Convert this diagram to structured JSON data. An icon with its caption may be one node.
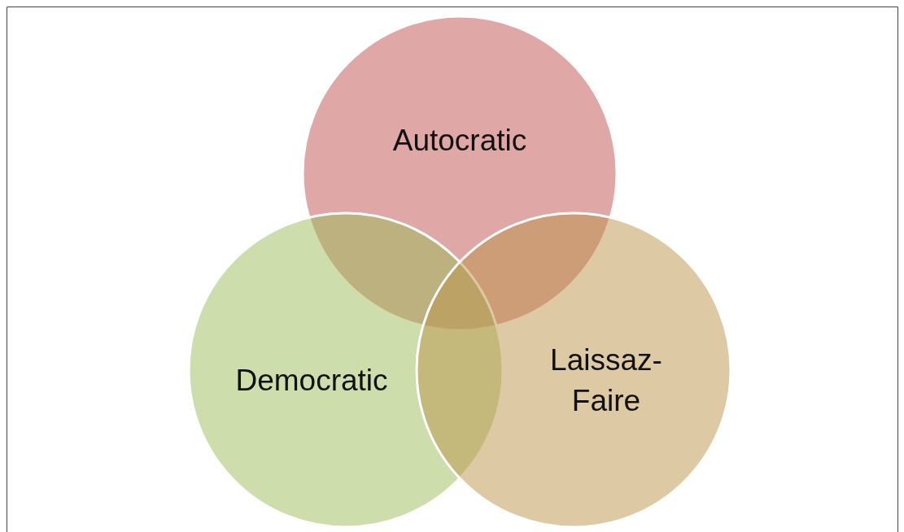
{
  "diagram": {
    "nodes": [
      {
        "text": [
          "Autocratic"
        ]
      },
      {
        "text": [
          "Democratic"
        ]
      },
      {
        "text": [
          "Laissaz-Faire"
        ]
      }
    ]
  }
}
